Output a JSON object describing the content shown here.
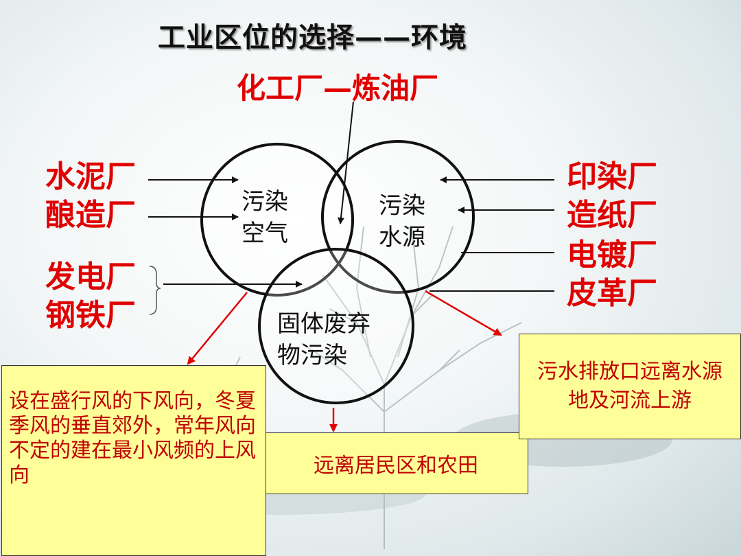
{
  "title": "工业区位的选择——环境",
  "top_factory": "化工厂—炼油厂",
  "left_factories": {
    "air_1": "水泥厂",
    "air_2": "酿造厂",
    "solid_1": "发电厂",
    "solid_2": "钢铁厂"
  },
  "right_factories": {
    "water_1": "印染厂",
    "water_2": "造纸厂",
    "water_3": "电镀厂",
    "water_4": "皮革厂"
  },
  "circles": {
    "air_line1": "污染",
    "air_line2": "空气",
    "water_line1": "污染",
    "water_line2": "水源",
    "solid_line1": "固体废弃",
    "solid_line2": "物污染"
  },
  "notes": {
    "air": "设在盛行风的下风向，冬夏季风的垂直郊外，常年风向不定的建在最小风频的上风向",
    "solid": "远离居民区和农田",
    "water": "污水排放口远离水源地及河流上游"
  },
  "colors": {
    "label_red": "#e00000",
    "note_fill": "#ffff99",
    "note_text": "#c00000"
  }
}
